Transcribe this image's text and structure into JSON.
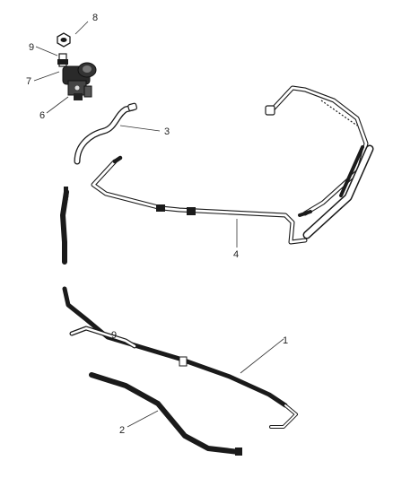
{
  "diagram": {
    "callouts": [
      {
        "id": "c8",
        "label": "8"
      },
      {
        "id": "c9a",
        "label": "9"
      },
      {
        "id": "c7",
        "label": "7"
      },
      {
        "id": "c6",
        "label": "6"
      },
      {
        "id": "c3",
        "label": "3"
      },
      {
        "id": "c4",
        "label": "4"
      },
      {
        "id": "c9b",
        "label": "9"
      },
      {
        "id": "c1",
        "label": "1"
      },
      {
        "id": "c2",
        "label": "2"
      }
    ]
  }
}
